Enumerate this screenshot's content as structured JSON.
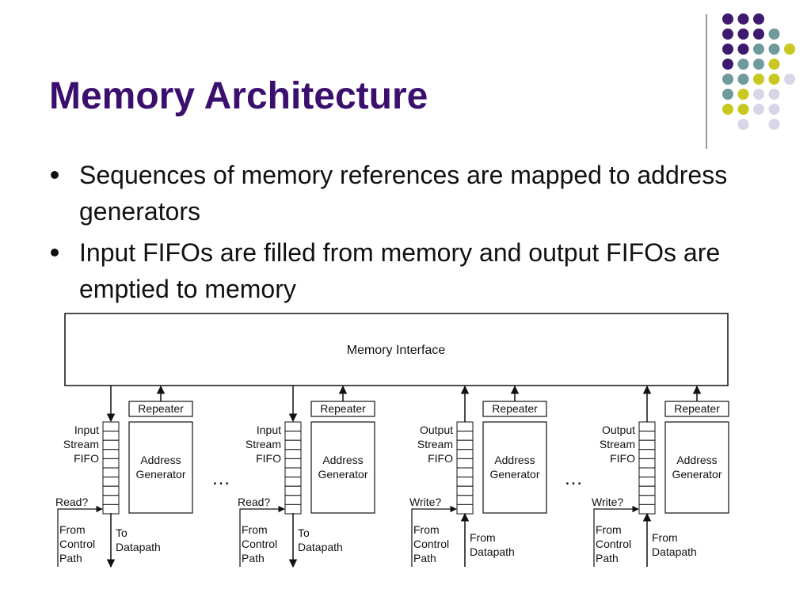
{
  "slide": {
    "title": "Memory Architecture",
    "bullets": [
      "Sequences of memory references are mapped to address generators",
      "Input FIFOs are filled from memory and output FIFOs are emptied to memory"
    ]
  },
  "diagram": {
    "memory_interface_label": "Memory Interface",
    "ellipsis": "…",
    "units": [
      {
        "repeater": "Repeater",
        "generator": [
          "Address",
          "Generator"
        ],
        "fifo_label": [
          "Input",
          "Stream",
          "FIFO"
        ],
        "control": "Read?",
        "from": [
          "From",
          "Control",
          "Path"
        ],
        "datapath": [
          "To",
          "Datapath"
        ]
      },
      {
        "repeater": "Repeater",
        "generator": [
          "Address",
          "Generator"
        ],
        "fifo_label": [
          "Input",
          "Stream",
          "FIFO"
        ],
        "control": "Read?",
        "from": [
          "From",
          "Control",
          "Path"
        ],
        "datapath": [
          "To",
          "Datapath"
        ]
      },
      {
        "repeater": "Repeater",
        "generator": [
          "Address",
          "Generator"
        ],
        "fifo_label": [
          "Output",
          "Stream",
          "FIFO"
        ],
        "control": "Write?",
        "from": [
          "From",
          "Control",
          "Path"
        ],
        "datapath": [
          "From",
          "Datapath"
        ]
      },
      {
        "repeater": "Repeater",
        "generator": [
          "Address",
          "Generator"
        ],
        "fifo_label": [
          "Output",
          "Stream",
          "FIFO"
        ],
        "control": "Write?",
        "from": [
          "From",
          "Control",
          "Path"
        ],
        "datapath": [
          "From",
          "Datapath"
        ]
      }
    ]
  },
  "colors": {
    "title": "#3a0f6e",
    "deco_dots": [
      "#3d1a6e",
      "#6f9a9b",
      "#c8c820",
      "#d6d6e8"
    ]
  }
}
